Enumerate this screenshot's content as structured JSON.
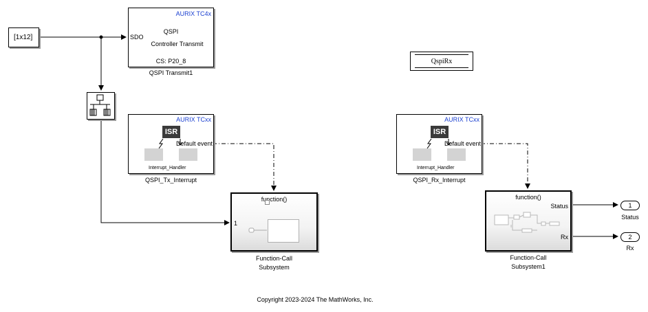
{
  "constant_block": {
    "value": "[1x12]"
  },
  "qspi_transmit": {
    "badge": "AURIX TC4x",
    "port_in": "SDO",
    "title_line1": "QSPI",
    "title_line2": "Controller Transmit",
    "cs": "CS: P20_8",
    "name": "QSPI Transmit1"
  },
  "qspi_rx_label": {
    "text": "QspiRx"
  },
  "tx_interrupt": {
    "badge": "AURIX TCxx",
    "isr": "ISR",
    "event": "Default event",
    "handler": "Interrupt_Handler",
    "name": "QSPI_Tx_Interrupt"
  },
  "rx_interrupt": {
    "badge": "AURIX TCxx",
    "isr": "ISR",
    "event": "Default event",
    "handler": "Interrupt_Handler",
    "name": "QSPI_Rx_Interrupt"
  },
  "fc_subsystem": {
    "trigger": "function()",
    "port_in": "1",
    "name_line1": "Function-Call",
    "name_line2": "Subsystem"
  },
  "fc_subsystem1": {
    "trigger": "function()",
    "port_out1": "Status",
    "port_out2": "Rx",
    "name_line1": "Function-Call",
    "name_line2": "Subsystem1"
  },
  "outport_status": {
    "number": "1",
    "name": "Status"
  },
  "outport_rx": {
    "number": "2",
    "name": "Rx"
  },
  "footer": {
    "copyright": "Copyright 2023-2024 The MathWorks, Inc."
  },
  "colors": {
    "badge_text": "#1a3fd0",
    "isr_fill": "#3a3a3a",
    "placeholder": "#d3d3d3"
  }
}
